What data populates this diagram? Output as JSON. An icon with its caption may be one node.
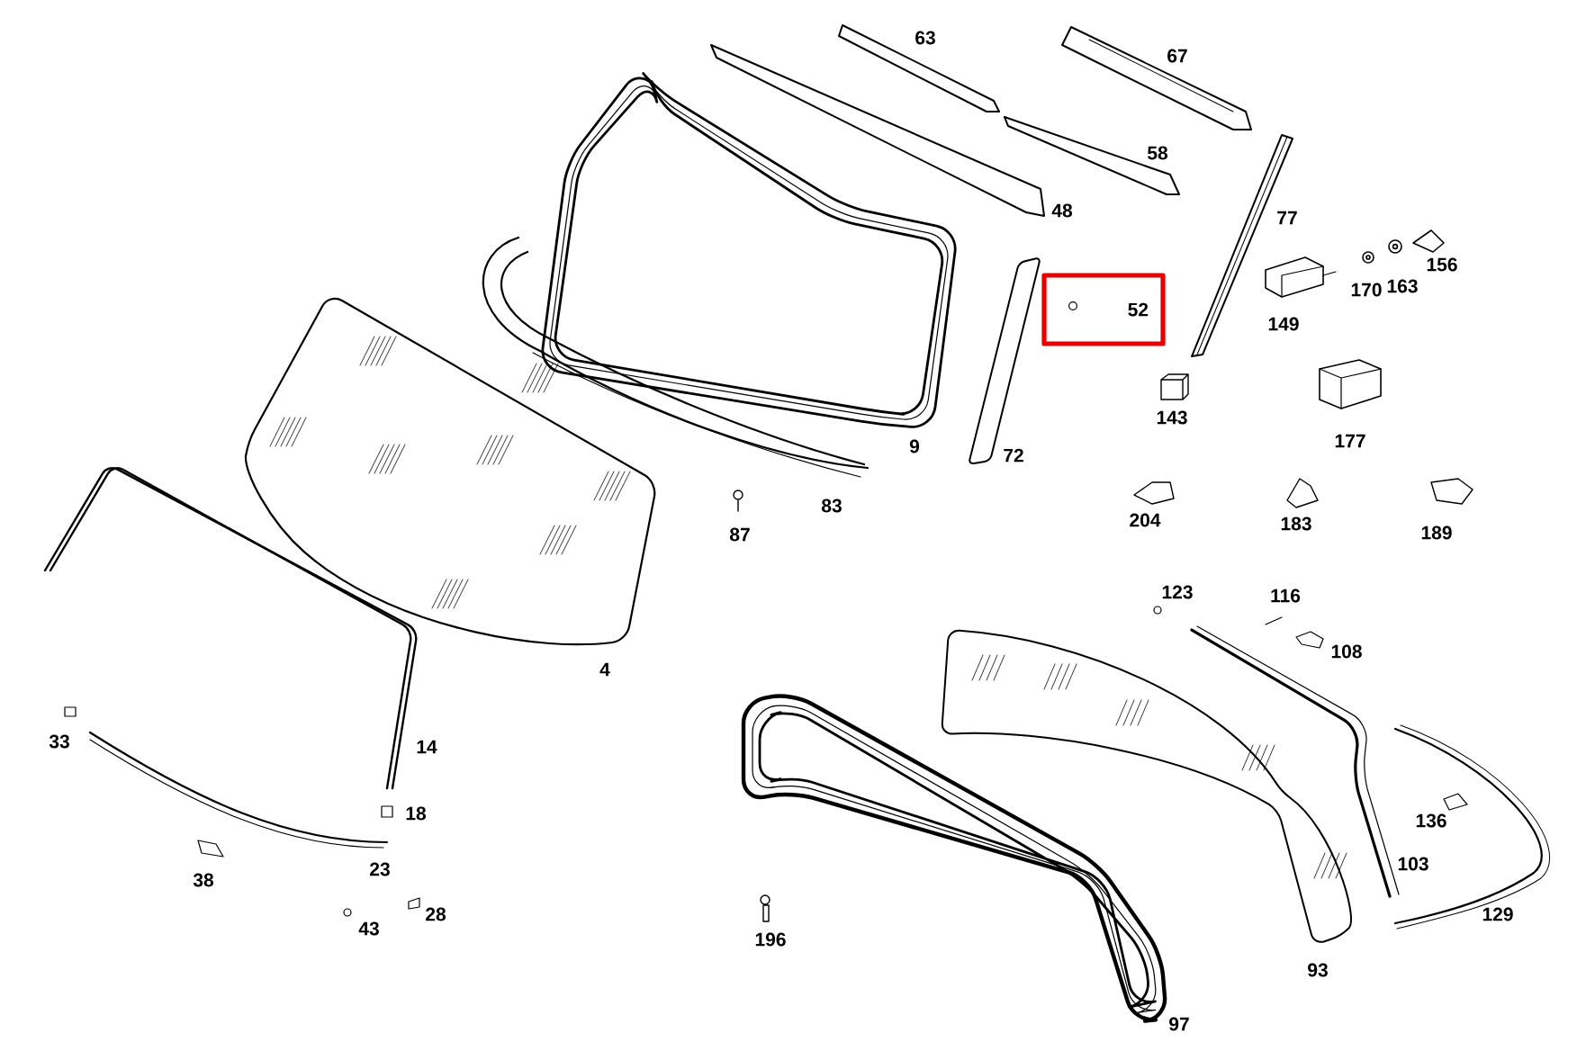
{
  "diagram": {
    "nodes": [
      {
        "text": [
          "52"
        ]
      }
    ],
    "labels": [
      "63",
      "67",
      "58",
      "48",
      "77",
      "156",
      "163",
      "170",
      "149",
      "143",
      "177",
      "9",
      "72",
      "83",
      "204",
      "183",
      "87",
      "189",
      "123",
      "116",
      "108",
      "4",
      "33",
      "14",
      "18",
      "136",
      "103",
      "23",
      "38",
      "28",
      "129",
      "43",
      "196",
      "93",
      "97"
    ]
  }
}
